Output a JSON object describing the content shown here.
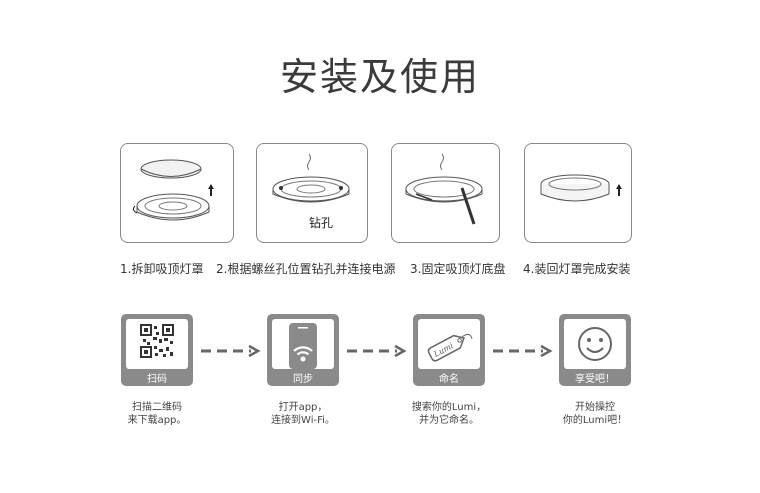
{
  "title": "安装及使用",
  "steps": [
    {
      "caption": "1.拆卸吸顶灯罩"
    },
    {
      "caption": "2.根据螺丝孔位置钻孔并连接电源"
    },
    {
      "caption": "3.固定吸顶灯底盘"
    },
    {
      "caption": "4.装回灯罩完成安装"
    }
  ],
  "drill_label": "钻孔",
  "app_steps": [
    {
      "label": "扫码",
      "icon": "qr-code-icon",
      "desc1": "扫描二维码",
      "desc2": "来下载app。"
    },
    {
      "label": "同步",
      "icon": "phone-wifi-icon",
      "desc1": "打开app，",
      "desc2": "连接到Wi-Fi。"
    },
    {
      "label": "命名",
      "icon": "tag-icon",
      "tag_text": "Lumi",
      "desc1": "搜索你的Lumi，",
      "desc2": "并为它命名。"
    },
    {
      "label": "享受吧！",
      "icon": "smiley-icon",
      "desc1": "开始操控",
      "desc2": "你的Lumi吧！"
    }
  ],
  "colors": {
    "tile": "#8a8a8a",
    "line": "#555555"
  }
}
